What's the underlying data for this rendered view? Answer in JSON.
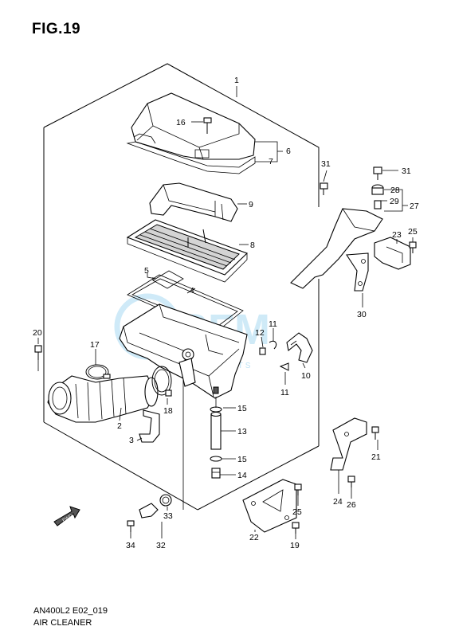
{
  "figure": {
    "title": "FIG.19",
    "diagram_code": "AN400L2 E02_019",
    "diagram_name": "AIR CLEANER",
    "front_arrow_label": "FWD"
  },
  "callouts": [
    "1",
    "2",
    "3",
    "4",
    "5",
    "6",
    "7",
    "8",
    "9",
    "10",
    "11",
    "11",
    "12",
    "13",
    "14",
    "15",
    "15",
    "16",
    "17",
    "18",
    "19",
    "20",
    "21",
    "22",
    "23",
    "24",
    "25",
    "25",
    "26",
    "27",
    "28",
    "29",
    "30",
    "31",
    "31",
    "32",
    "33",
    "34"
  ]
}
